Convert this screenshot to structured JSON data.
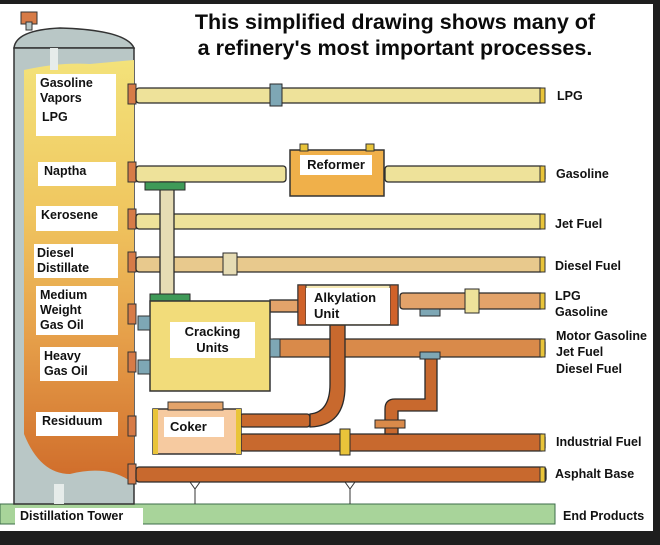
{
  "title": {
    "line1": "This simplified drawing shows many of",
    "line2": "a refinery's most important processes."
  },
  "tower": {
    "label": "Distillation Tower",
    "fractions": [
      {
        "line1": "Gasoline",
        "line2": "Vapors"
      },
      {
        "line1": "LPG"
      },
      {
        "line1": "Naptha"
      },
      {
        "line1": "Kerosene"
      },
      {
        "line1": "Diesel",
        "line2": "Distillate"
      },
      {
        "line1": "Medium",
        "line2": "Weight",
        "line3": "Gas Oil"
      },
      {
        "line1": "Heavy",
        "line2": "Gas Oil"
      },
      {
        "line1": "Residuum"
      }
    ]
  },
  "units": {
    "reformer": "Reformer",
    "alkylation": {
      "line1": "Alkylation",
      "line2": "Unit"
    },
    "cracking": {
      "line1": "Cracking",
      "line2": "Units"
    },
    "coker": "Coker"
  },
  "products": {
    "lpg": "LPG",
    "gasoline": "Gasoline",
    "jet_fuel": "Jet Fuel",
    "diesel_fuel": "Diesel Fuel",
    "lpg2": "LPG",
    "gasoline2": "Gasoline",
    "motor_gasoline": "Motor Gasoline",
    "jet_fuel2": "Jet Fuel",
    "diesel_fuel2": "Diesel Fuel",
    "industrial_fuel": "Industrial Fuel",
    "asphalt_base": "Asphalt Base",
    "end_products": "End Products"
  },
  "colors": {
    "light_pipe": "#eee29a",
    "tan_pipe": "#e8c98d",
    "orange_pipe": "#d98a4a",
    "brown_pipe": "#c8692e",
    "tower_gray": "#b9c7c6",
    "ground_green": "#a8d49a",
    "flange_blue": "#7ea7b5",
    "flange_green": "#3f9a58"
  }
}
